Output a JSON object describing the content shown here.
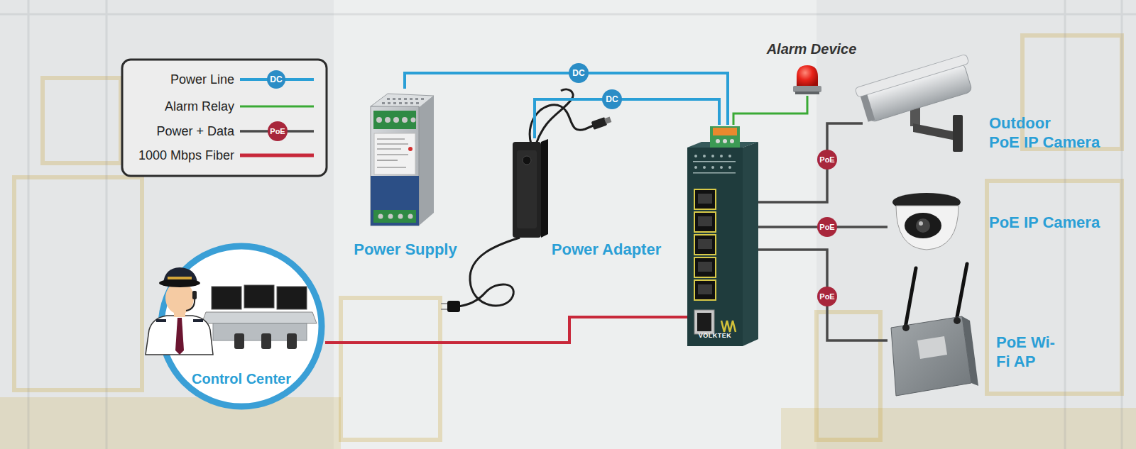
{
  "diagram": {
    "nodes": [
      {
        "text": [
          "Power Supply"
        ]
      },
      {
        "text": [
          "Power Adapter"
        ]
      },
      {
        "text": [
          "Alarm Device"
        ]
      },
      {
        "text": [
          "VOLKTEK"
        ]
      },
      {
        "text": [
          "Outdoor PoE IP Camera"
        ]
      },
      {
        "text": [
          "PoE IP Camera"
        ]
      },
      {
        "text": [
          "PoE Wi-Fi AP"
        ]
      },
      {
        "text": [
          "Control Center"
        ]
      }
    ],
    "edges": [
      {
        "from": 0,
        "to": 3,
        "label": "DC",
        "arrow": "none"
      },
      {
        "from": 1,
        "to": 3,
        "label": "DC",
        "arrow": "none"
      },
      {
        "from": 3,
        "to": 2,
        "arrow": "none"
      },
      {
        "from": 3,
        "to": 4,
        "label": "PoE",
        "arrow": "none"
      },
      {
        "from": 3,
        "to": 5,
        "label": "PoE",
        "arrow": "none"
      },
      {
        "from": 3,
        "to": 6,
        "label": "PoE",
        "arrow": "none"
      },
      {
        "from": 7,
        "to": 3,
        "arrow": "none"
      }
    ],
    "labels": [
      "DC",
      "PoE"
    ],
    "legend": [
      {
        "text": "Power Line"
      },
      {
        "text": "Alarm Relay"
      },
      {
        "text": "Power + Data"
      },
      {
        "text": "1000 Mbps Fiber"
      }
    ]
  }
}
